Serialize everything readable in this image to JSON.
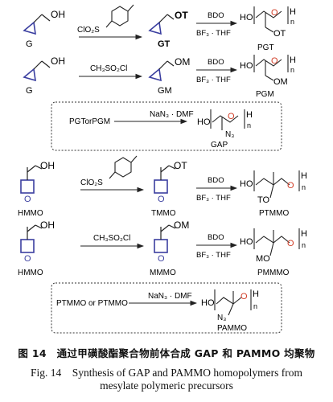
{
  "scheme": {
    "row1": {
      "reactant_label": "G",
      "reagent": "ClO₂S",
      "product_label": "GT",
      "product_group": "OT",
      "cond_top": "BDO",
      "cond_bottom": "BF₃ · THF",
      "polymer_label": "PGT",
      "polymer_group": "OT",
      "ho": "HO",
      "h": "H",
      "n": "n",
      "oh": "OH"
    },
    "row2": {
      "reactant_label": "G",
      "reagent": "CH₃SO₂Cl",
      "product_label": "GM",
      "product_group": "OM",
      "cond_top": "BDO",
      "cond_bottom": "BF₃ · THF",
      "polymer_label": "PGM",
      "polymer_group": "OM",
      "ho": "HO",
      "h": "H",
      "n": "n",
      "oh": "OH"
    },
    "box1": {
      "reactant": "PGTorPGM",
      "reagent": "NaN₃ · DMF",
      "product_label": "GAP",
      "group": "N₃",
      "ho": "HO",
      "h": "H",
      "n": "n"
    },
    "row3": {
      "reactant_label": "HMMO",
      "reagent": "ClO₂S",
      "product_label": "TMMO",
      "product_group": "OT",
      "cond_top": "BDO",
      "cond_bottom": "BF₃ · THF",
      "polymer_label": "PTMMO",
      "polymer_group": "TO",
      "ho": "HO",
      "h": "H",
      "n": "n",
      "oh": "OH"
    },
    "row4": {
      "reactant_label": "HMMO",
      "reagent": "CH₃SO₂Cl",
      "product_label": "MMMO",
      "product_group": "OM",
      "cond_top": "BDO",
      "cond_bottom": "BF₃ · THF",
      "polymer_label": "PMMMO",
      "polymer_group": "MO",
      "ho": "HO",
      "h": "H",
      "n": "n",
      "oh": "OH"
    },
    "box2": {
      "reactant": "PTMMO or PTMMO",
      "reagent": "NaN₃ · DMF",
      "product_label": "PAMMO",
      "group": "N₃",
      "ho": "HO",
      "h": "H",
      "n": "n"
    }
  },
  "caption": {
    "cn": "图 14　通过甲磺酸酯聚合物前体合成 GAP 和 PAMMO 均聚物",
    "en_line1": "Fig. 14　Synthesis of GAP and PAMMO homopolymers from",
    "en_line2": "mesylate polymeric precursors"
  },
  "colors": {
    "ink": "#222222",
    "epoxide": "#3b3fa0",
    "ether_oxygen": "#d2402a",
    "box_border": "#333333"
  }
}
